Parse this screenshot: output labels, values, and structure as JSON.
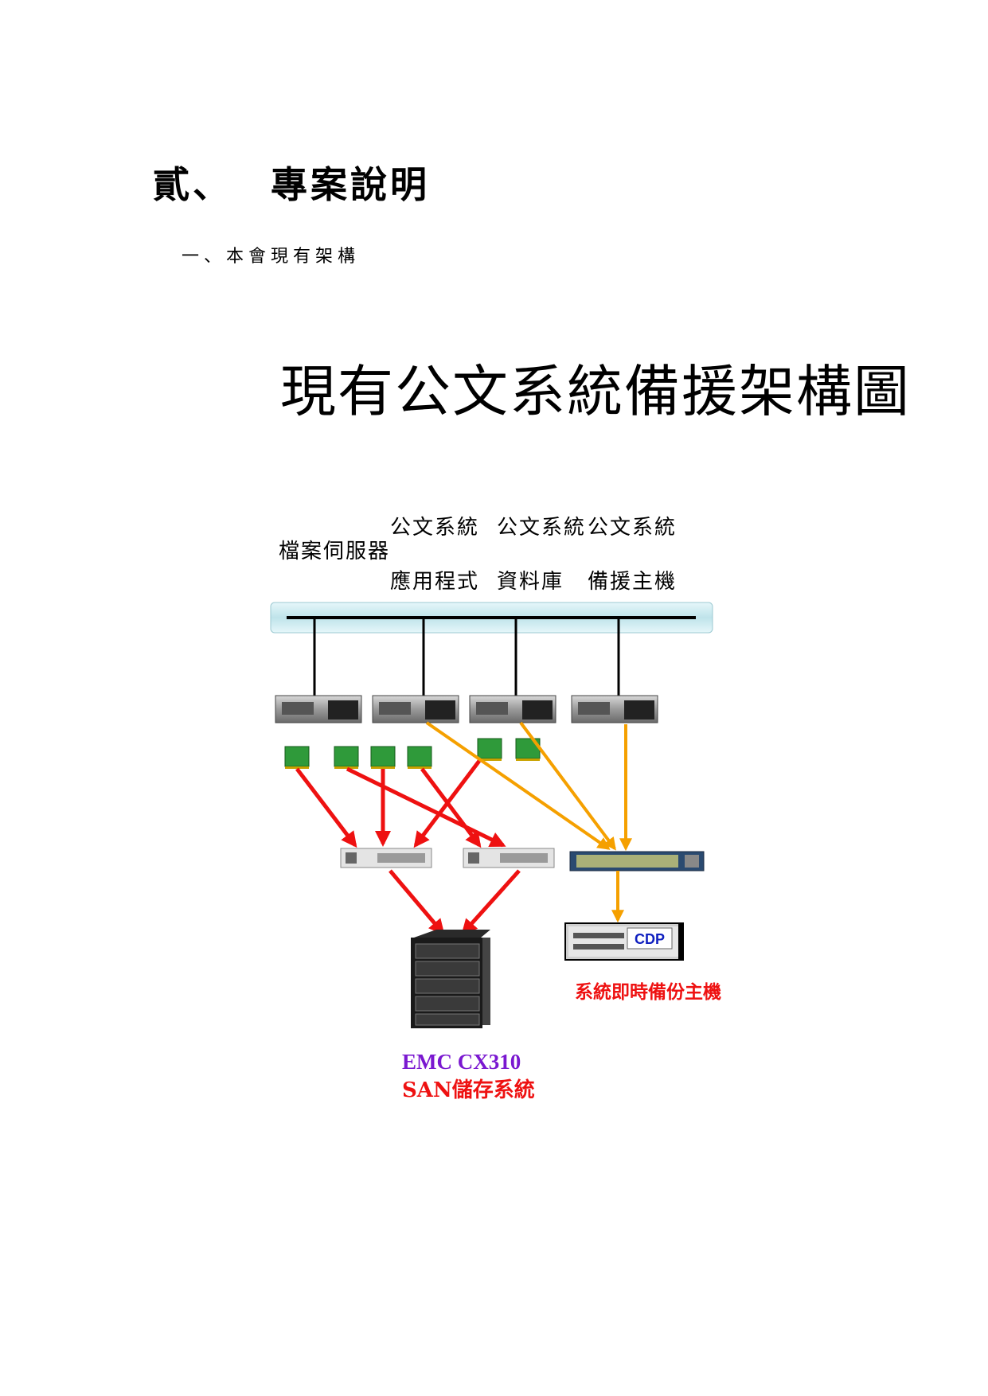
{
  "heading": {
    "number": "貳、",
    "title": "專案說明"
  },
  "subheading": "一、本會現有架構",
  "diagram": {
    "title": "現有公文系統備援架構圖",
    "labels": {
      "file_server": "檔案伺服器",
      "app_line1": "公文系統",
      "app_line2": "應用程式",
      "db_line1": "公文系統",
      "db_line2": "資料庫",
      "backup_line1": "公文系統",
      "backup_line2": "備援主機"
    },
    "cdp_label": "CDP",
    "cdp_caption": "系統即時備份主機",
    "storage_model": "EMC CX310",
    "storage_caption": "SAN儲存系統",
    "colors": {
      "red_link": "#ee1111",
      "orange_link": "#f5a000",
      "bus": "#bfe3ea"
    }
  }
}
